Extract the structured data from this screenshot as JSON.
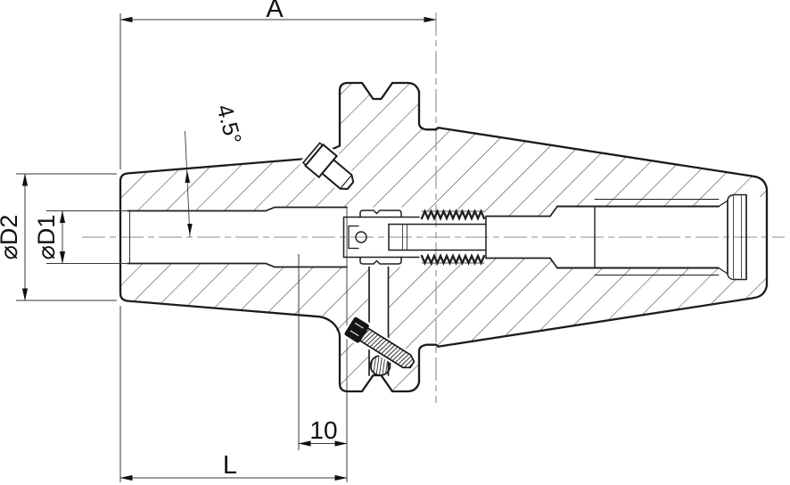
{
  "drawing": {
    "background": "#ffffff",
    "line_color": "#1b1b1b",
    "thin_line_color": "#3a3a3a",
    "centerline_color": "#8c8c8c",
    "labels": {
      "dim_a": "A",
      "dim_l": "L",
      "dim_10": "10",
      "dim_d2": "⌀D2",
      "dim_d1": "⌀D1",
      "taper_angle": "4.5°"
    }
  }
}
